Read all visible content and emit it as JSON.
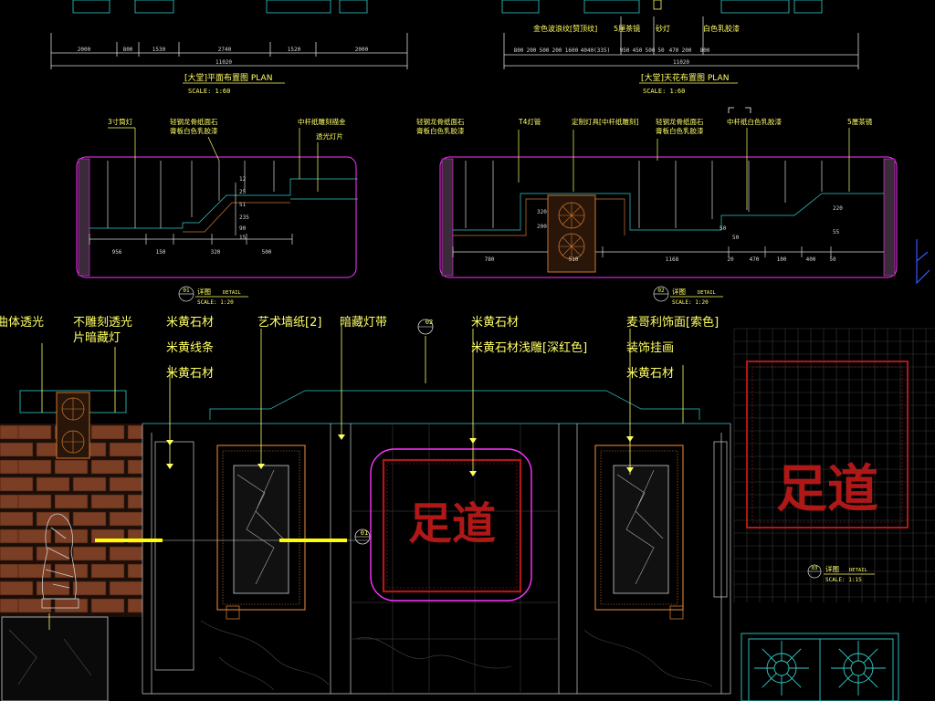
{
  "plan_titles": {
    "floor_plan": "[大堂]平面布置图 PLAN",
    "floor_scale": "SCALE:    1:60",
    "ceiling_plan": "[大堂]天花布置图 PLAN",
    "ceiling_scale": "SCALE:    1:60"
  },
  "plan_dims": {
    "floor": [
      "2000",
      "800",
      "1530",
      "2740",
      "1520",
      "2000"
    ],
    "floor_total": "11020",
    "ceiling": [
      "800",
      "200",
      "500",
      "200",
      "1600",
      "4040(335)",
      "950",
      "450",
      "500",
      "50",
      "470",
      "200",
      "800"
    ],
    "ceiling_total": "11020"
  },
  "ceiling_notes": [
    "金色波浪纹[赞顶纹]",
    "5厘茶镜",
    "砂灯",
    "白色乳胶漆"
  ],
  "detail1": {
    "labels": [
      "3寸筒灯",
      "轻钢龙骨纸面石\n膏板白色乳胶漆",
      "中杆纸雕刻描金",
      "透光灯片"
    ],
    "dims_v": [
      "12",
      "25",
      "51",
      "235",
      "90",
      "15"
    ],
    "dims_h": [
      "956",
      "150",
      "320",
      "500"
    ],
    "tag_number": "01",
    "tag_title": "详图",
    "tag_en": "DETAIL",
    "tag_scale": "SCALE:   1:20"
  },
  "detail2": {
    "labels": [
      "轻钢龙骨纸面石\n膏板白色乳胶漆",
      "T4灯管",
      "定制灯具[中杆纸雕刻]",
      "轻钢龙骨纸面石\n膏板白色乳胶漆",
      "中杆纸白色乳胶漆",
      "5厘茶镜"
    ],
    "dims_v": [
      "320",
      "200",
      "50",
      "50",
      "220",
      "55"
    ],
    "dims_h": [
      "780",
      "510",
      "1168",
      "20",
      "470",
      "100",
      "400",
      "50"
    ],
    "tag_number": "02",
    "tag_title": "详图",
    "tag_en": "DETAIL",
    "tag_scale": "SCALE:   1:20"
  },
  "elevation": {
    "labels_left": [
      "曲体透光",
      "不雕刻透光\n片暗藏灯"
    ],
    "labels_mid": [
      "米黄石材",
      "米黄线条",
      "米黄石材"
    ],
    "label_wallpaper": "艺术墙纸[2]",
    "label_hidden": "暗藏灯带",
    "marker_top": "02",
    "labels_center": [
      "米黄石材",
      "米黄石材浅雕[深红色]"
    ],
    "labels_right": [
      "麦哥利饰面[索色]",
      "装饰挂画",
      "米黄石材"
    ],
    "marker_mid": "01",
    "calligraphy": "足道"
  },
  "detail3": {
    "calligraphy": "足道",
    "tag_number": "03",
    "tag_title": "详图",
    "tag_en": "DETAIL",
    "tag_scale": "SCALE:   1:15"
  },
  "colors": {
    "background": "#000000",
    "dimension": "#d8d8d8",
    "annotation": "#ffff66",
    "magenta": "#ff33ff",
    "cyan": "#33cccc",
    "red": "#b01818",
    "orange": "#cc7733",
    "brick": "#8a4a2a",
    "grid": "#3a3a3a"
  }
}
